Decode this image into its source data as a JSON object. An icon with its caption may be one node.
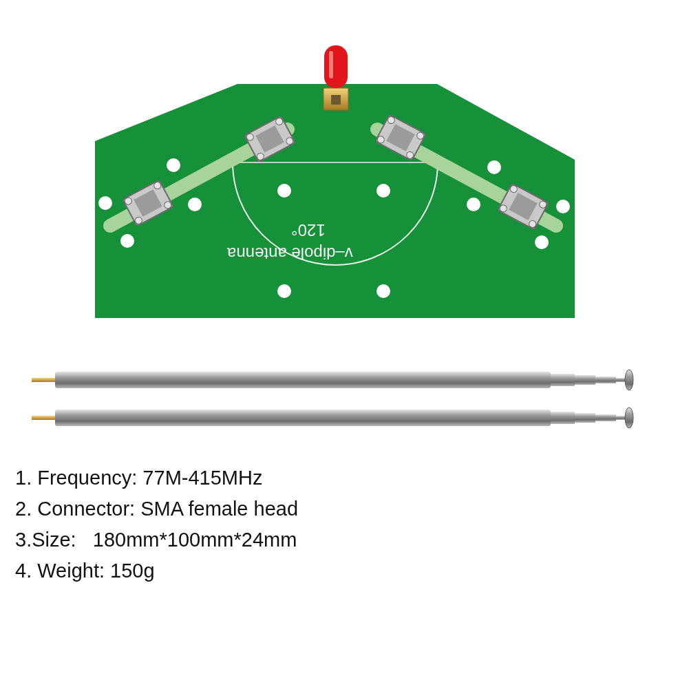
{
  "diagram": {
    "labels": [
      "120°",
      "v–dipole antenna",
      "1. Frequency: 77M-415MHz",
      "2. Connector: SMA female head",
      "3.Size:   180mm*100mm*24mm",
      "4. Weight: 150g"
    ]
  }
}
